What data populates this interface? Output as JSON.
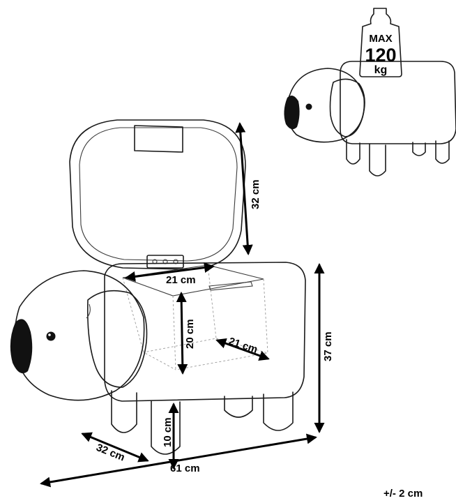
{
  "dimensions": {
    "lid_width": "21 cm",
    "lid_height": "32 cm",
    "storage_height": "20 cm",
    "storage_depth": "21 cm",
    "total_height": "37 cm",
    "leg_height": "10 cm",
    "depth": "32 cm",
    "length": "61 cm"
  },
  "max_load": {
    "line1": "MAX",
    "line2": "120",
    "line3": "kg"
  },
  "tolerance": "+/- 2 cm"
}
